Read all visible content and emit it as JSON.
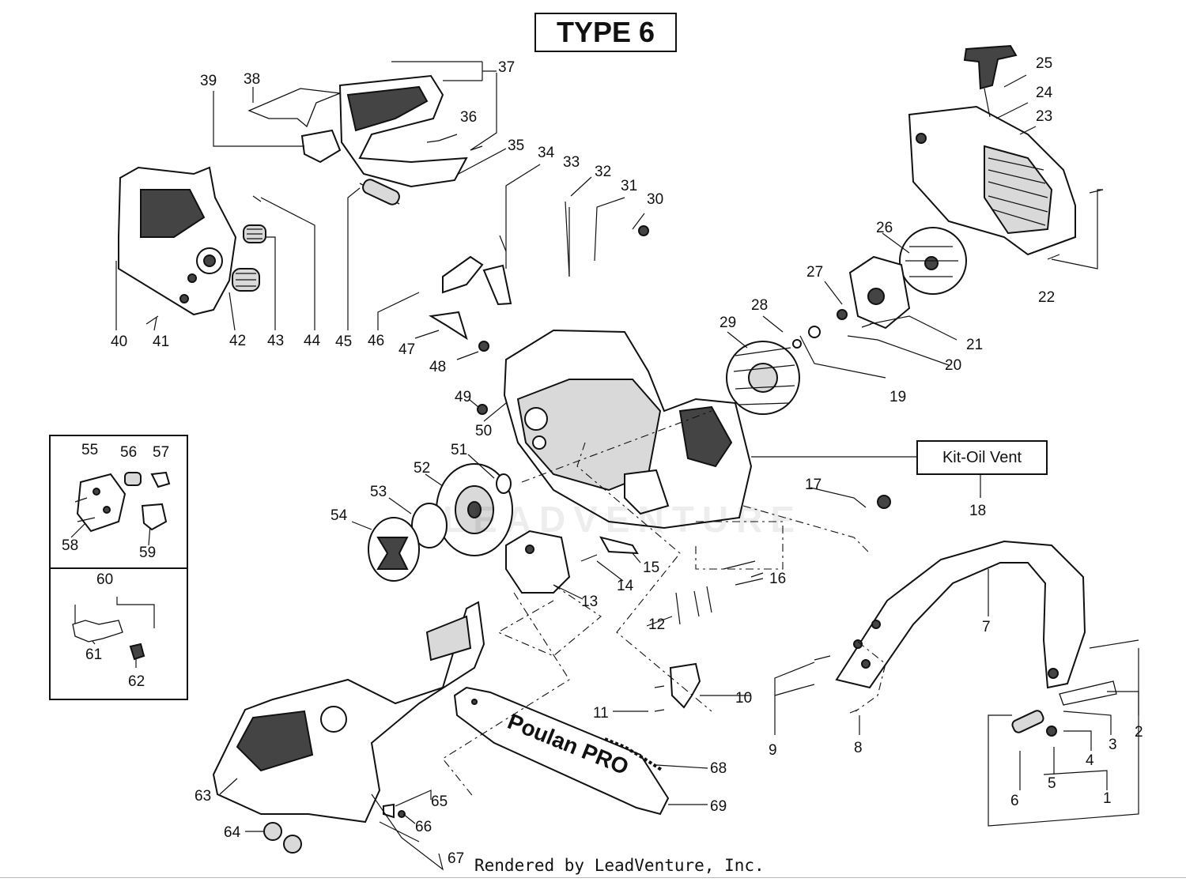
{
  "header": {
    "title": "TYPE 6"
  },
  "kit": {
    "label": "Kit-Oil Vent"
  },
  "footer": {
    "credit": "Rendered by LeadVenture, Inc."
  },
  "watermark": {
    "text": "LEADVENTURE"
  },
  "callouts": [
    "1",
    "2",
    "3",
    "4",
    "5",
    "6",
    "7",
    "8",
    "9",
    "10",
    "11",
    "12",
    "13",
    "14",
    "15",
    "16",
    "17",
    "18",
    "19",
    "20",
    "21",
    "22",
    "23",
    "24",
    "25",
    "26",
    "27",
    "28",
    "29",
    "30",
    "31",
    "32",
    "33",
    "34",
    "35",
    "36",
    "37",
    "38",
    "39",
    "40",
    "41",
    "42",
    "43",
    "44",
    "45",
    "46",
    "47",
    "48",
    "49",
    "50",
    "51",
    "52",
    "53",
    "54",
    "55",
    "56",
    "57",
    "58",
    "59",
    "60",
    "61",
    "62",
    "63",
    "64",
    "65",
    "66",
    "67",
    "68",
    "69"
  ],
  "bar": {
    "brand": "Poulan PRO"
  }
}
